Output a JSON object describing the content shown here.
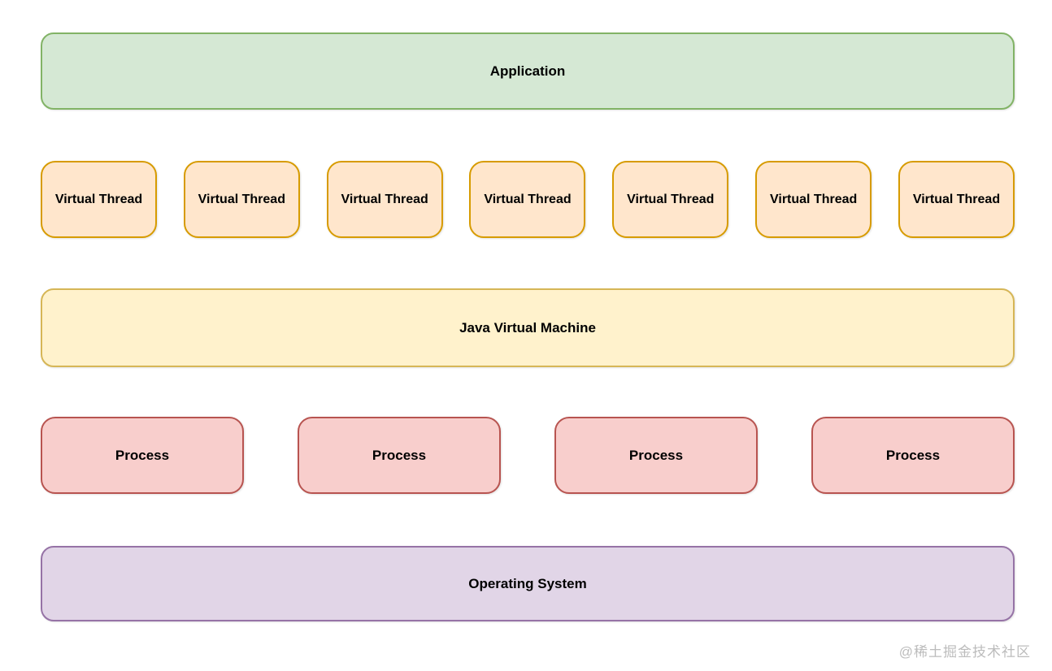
{
  "layers": {
    "application": {
      "label": "Application"
    },
    "virtual_threads": {
      "labels": [
        "Virtual Thread",
        "Virtual Thread",
        "Virtual Thread",
        "Virtual Thread",
        "Virtual Thread",
        "Virtual Thread",
        "Virtual Thread"
      ]
    },
    "jvm": {
      "label": "Java Virtual Machine"
    },
    "processes": {
      "labels": [
        "Process",
        "Process",
        "Process",
        "Process"
      ]
    },
    "operating_system": {
      "label": "Operating System"
    }
  },
  "colors": {
    "application": {
      "fill": "#d5e8d4",
      "border": "#82b366"
    },
    "virtual_thread": {
      "fill": "#ffe6cc",
      "border": "#d79b00"
    },
    "jvm": {
      "fill": "#fff2cc",
      "border": "#d6b656"
    },
    "process": {
      "fill": "#f8cecc",
      "border": "#b85450"
    },
    "operating_system": {
      "fill": "#e1d5e7",
      "border": "#9673a6"
    },
    "text": "#000000",
    "watermark": "#bcbcbc"
  },
  "watermark": {
    "text": "@稀土掘金技术社区"
  }
}
